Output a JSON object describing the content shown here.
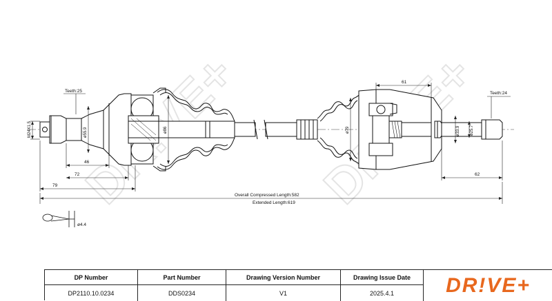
{
  "drawing": {
    "teeth_left": "Teeth:25",
    "teeth_right": "Teeth:24",
    "thread": "M24X1.5",
    "dims": {
      "d55_9": "ø55.9",
      "d86": "ø86",
      "d79": "ø79",
      "d33_9": "ø33.9",
      "d25_7": "ø25.7",
      "d4_4": "ø4.4",
      "l46": "46",
      "l72": "72",
      "l79": "79",
      "l61": "61",
      "l62": "62"
    },
    "overall_compressed": "Overall  Compressed  Length:582",
    "extended_length": "Extended  Length:619"
  },
  "watermark": {
    "text": "DR!VE+",
    "color": "#d9d9d9"
  },
  "title_block": {
    "headers": [
      "DP Number",
      "Part Number",
      "Drawing Version Number",
      "Drawing Issue Date"
    ],
    "values": [
      "DP2110.10.0234",
      "DDS0234",
      "V1",
      "2025.4.1"
    ]
  },
  "logo": {
    "text": "DR!VE+",
    "color": "#e8681e"
  }
}
